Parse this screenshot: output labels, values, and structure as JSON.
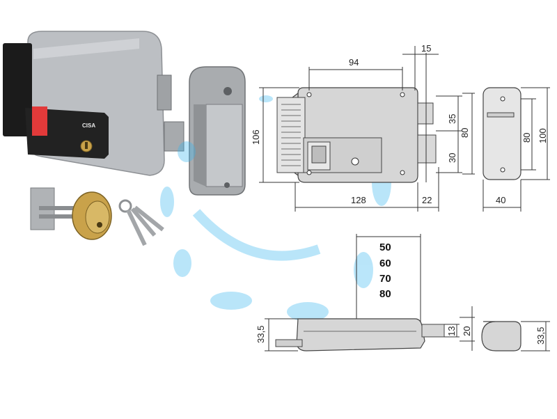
{
  "brand_label": "CISA",
  "colors": {
    "watermark": "#38b6f0",
    "lock_gray": "#b9bcc0",
    "button_red": "#e23a3a",
    "brass": "#c9a24a"
  },
  "front_view": {
    "dim_94": "94",
    "dim_15": "15",
    "dim_106": "106",
    "dim_35": "35",
    "dim_80": "80",
    "dim_30": "30",
    "dim_128": "128",
    "dim_22": "22"
  },
  "side_view": {
    "dim_80": "80",
    "dim_100": "100",
    "dim_40": "40"
  },
  "bottom_view": {
    "backset_options": [
      "50",
      "60",
      "70",
      "80"
    ],
    "dim_33_5_left": "33,5",
    "dim_13": "13",
    "dim_20": "20",
    "dim_33_5_right": "33,5"
  }
}
